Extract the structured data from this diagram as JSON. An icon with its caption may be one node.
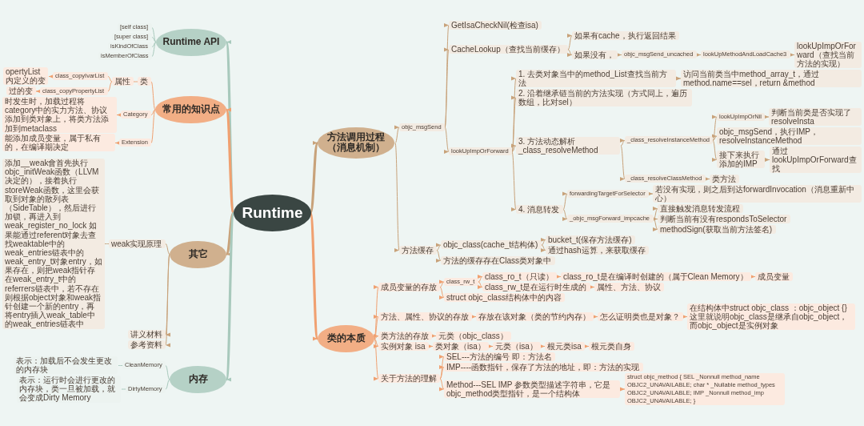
{
  "diagram": {
    "nodes": [
      {
        "text": [
          "Runtime"
        ]
      },
      {
        "text": [
          "方法调用过程（消息机制）"
        ]
      },
      {
        "text": [
          "objc_msgSend"
        ]
      },
      {
        "text": [
          "GetIsaCheckNil(检查isa)"
        ]
      },
      {
        "text": [
          "CacheLookup（查找当前缓存）"
        ]
      },
      {
        "text": [
          "如果有cache，执行返回结果"
        ]
      },
      {
        "text": [
          "如果没有，"
        ]
      },
      {
        "text": [
          "objc_msgSend_uncached"
        ]
      },
      {
        "text": [
          "lookUpMethodAndLoadCache3"
        ]
      },
      {
        "text": [
          "lookUpImpOrForward（查找当前方法的实现）"
        ]
      },
      {
        "text": [
          "lookUpImpOrForward"
        ]
      },
      {
        "text": [
          "1. 去类对象当中的method_List查找当前方法"
        ]
      },
      {
        "text": [
          "访问当前类当中method_array_t，通过method.name==sel，return &method"
        ]
      },
      {
        "text": [
          "2. 沿着继承链当前的方法实现（方式同上，遍历数组，比对sel）"
        ]
      },
      {
        "text": [
          "3. 方法动态解析 _class_resolveMethod"
        ]
      },
      {
        "text": [
          "_class_resolveInstanceMethod"
        ]
      },
      {
        "text": [
          "lookUpImpOrNil"
        ]
      },
      {
        "text": [
          "判断当前类是否实现了resolveInsta"
        ]
      },
      {
        "text": [
          "objc_msgSend，执行IMP，resolveInstanceMethod"
        ]
      },
      {
        "text": [
          "接下来执行添加的IMP"
        ]
      },
      {
        "text": [
          "通过lookUpImpOrForward查找"
        ]
      },
      {
        "text": [
          "_class_resolveClassMethod"
        ]
      },
      {
        "text": [
          "类方法"
        ]
      },
      {
        "text": [
          "4. 消息转发"
        ]
      },
      {
        "text": [
          "forwardingTargetForSelector"
        ]
      },
      {
        "text": [
          "若没有实现，则之后到达forwardInvocation（消息重新中心）"
        ]
      },
      {
        "text": [
          "_objc_msgForward_impcache"
        ]
      },
      {
        "text": [
          "直接触发消息转发流程"
        ]
      },
      {
        "text": [
          "判断当前有没有respondsToSelector"
        ]
      },
      {
        "text": [
          "methodSign(获取当前方法签名)"
        ]
      },
      {
        "text": [
          "方法缓存"
        ]
      },
      {
        "text": [
          "objc_class(cache_t结构体)"
        ]
      },
      {
        "text": [
          "bucket_t(保存方法缓存)"
        ]
      },
      {
        "text": [
          "通过hash运算，来获取缓存"
        ]
      },
      {
        "text": [
          "方法的缓存存在Class类对象中"
        ]
      },
      {
        "text": [
          "类的本质"
        ]
      },
      {
        "text": [
          "成员变量的存放"
        ]
      },
      {
        "text": [
          "class_rw_t"
        ]
      },
      {
        "text": [
          "class_ro_t（只读）"
        ]
      },
      {
        "text": [
          "class_ro_t是在编译时创建的（属于Clean Memory）"
        ]
      },
      {
        "text": [
          "成员变量"
        ]
      },
      {
        "text": [
          "class_rw_t是在运行时生成的"
        ]
      },
      {
        "text": [
          "属性、方法、协议"
        ]
      },
      {
        "text": [
          "struct objc_class结构体中的内容"
        ]
      },
      {
        "text": [
          "方法、属性、协议的存放"
        ]
      },
      {
        "text": [
          "存放在该对象（类的节约内存）"
        ]
      },
      {
        "text": [
          "怎么证明类也是对象？"
        ]
      },
      {
        "text": [
          "在结构体中struct objc_class ：objc_object {} 这里就说明objc_class是继承自objc_object，而objc_object是实例对象"
        ]
      },
      {
        "text": [
          "类方法的存放"
        ]
      },
      {
        "text": [
          "元类（objc_class）"
        ]
      },
      {
        "text": [
          "实例对象 isa"
        ]
      },
      {
        "text": [
          "类对象（isa）"
        ]
      },
      {
        "text": [
          "元类（isa）"
        ]
      },
      {
        "text": [
          "根元类isa"
        ]
      },
      {
        "text": [
          "根元类自身"
        ]
      },
      {
        "text": [
          "关于方法的理解"
        ]
      },
      {
        "text": [
          "SEL---方法的编号 即：方法名"
        ]
      },
      {
        "text": [
          "IMP----函数指针，保存了方法的地址，即：方法的实现"
        ]
      },
      {
        "text": [
          "Method---SEL IMP 参数类型描述字符串，它是objc_method类型指针，是一个结构体"
        ]
      },
      {
        "text": [
          "struct objc_method { SEL _Nonnull method_name OBJC2_UNAVAILABLE; char * _Nullable method_types OBJC2_UNAVAILABLE; IMP _Nonnull method_imp OBJC2_UNAVAILABLE; }"
        ]
      },
      {
        "text": [
          "Runtime API"
        ]
      },
      {
        "text": [
          "[self class]"
        ]
      },
      {
        "text": [
          "[super class]"
        ]
      },
      {
        "text": [
          "isKindOfClass"
        ]
      },
      {
        "text": [
          "isMemberOfClass"
        ]
      },
      {
        "text": [
          "常用的知识点"
        ]
      },
      {
        "text": [
          "类"
        ]
      },
      {
        "text": [
          "属性"
        ]
      },
      {
        "text": [
          "class_copyIvarList"
        ]
      },
      {
        "text": [
          "opertyList 内定义的变"
        ]
      },
      {
        "text": [
          "class_copyPropertyList"
        ]
      },
      {
        "text": [
          "过的变"
        ]
      },
      {
        "text": [
          "Category"
        ]
      },
      {
        "text": [
          "时发生时，加载过程将category中的实力方法、协议添加到类对象上，将类方法添加到metaclass"
        ]
      },
      {
        "text": [
          "Extension"
        ]
      },
      {
        "text": [
          "能添加成员变量，属于私有的，在编译期决定"
        ]
      },
      {
        "text": [
          "其它"
        ]
      },
      {
        "text": [
          "weak实现原理"
        ]
      },
      {
        "text": [
          "添加__weak會首先执行objc_initWeak函数（LLVM决定的），接着执行storeWeak函数，这里会获取到对象的散列表（SideTable），然后进行加锁，再进入到weak_register_no_lock 如果能通过referent对象去查找weaktable中的weak_entries链表中的weak_entry_t对象entry，如果存在，则把weak指针存在weak_entry_t中的referrers链表中，若不存在则根据object对象和weak指针创建一个新的entry，再将entry插入weak_table中的weak_entries链表中"
        ]
      },
      {
        "text": [
          "讲义材料"
        ]
      },
      {
        "text": [
          "参考资料"
        ]
      },
      {
        "text": [
          "内存"
        ]
      },
      {
        "text": [
          "CleanMemory"
        ]
      },
      {
        "text": [
          "表示：加载后不会发生更改的内存块"
        ]
      },
      {
        "text": [
          "DirtyMemory"
        ]
      },
      {
        "text": [
          "表示：运行时会进行更改的内存块，类一旦被加载，就会变成Dirty Memory"
        ]
      }
    ],
    "edges": [
      {
        "from": 0,
        "to": 1,
        "arrow": "to",
        "style": "thick"
      },
      {
        "from": 1,
        "to": 2,
        "arrow": "to"
      },
      {
        "from": 2,
        "to": 3,
        "arrow": "to"
      },
      {
        "from": 2,
        "to": 4,
        "arrow": "to"
      },
      {
        "from": 4,
        "to": 5,
        "arrow": "to"
      },
      {
        "from": 4,
        "to": 6,
        "arrow": "to"
      },
      {
        "from": 6,
        "to": 7,
        "arrow": "to"
      },
      {
        "from": 7,
        "to": 8,
        "arrow": "to"
      },
      {
        "from": 8,
        "to": 9,
        "arrow": "to"
      },
      {
        "from": 2,
        "to": 10,
        "arrow": "to"
      },
      {
        "from": 10,
        "to": 11,
        "arrow": "to"
      },
      {
        "from": 11,
        "to": 12,
        "arrow": "to"
      },
      {
        "from": 10,
        "to": 13,
        "arrow": "to"
      },
      {
        "from": 10,
        "to": 14,
        "arrow": "to"
      },
      {
        "from": 14,
        "to": 15,
        "arrow": "to"
      },
      {
        "from": 15,
        "to": 16,
        "arrow": "to"
      },
      {
        "from": 16,
        "to": 17,
        "arrow": "to"
      },
      {
        "from": 15,
        "to": 18,
        "arrow": "to"
      },
      {
        "from": 15,
        "to": 19,
        "arrow": "to"
      },
      {
        "from": 19,
        "to": 20,
        "arrow": "to"
      },
      {
        "from": 14,
        "to": 21,
        "arrow": "to"
      },
      {
        "from": 21,
        "to": 22,
        "arrow": "to"
      },
      {
        "from": 10,
        "to": 23,
        "arrow": "to"
      },
      {
        "from": 23,
        "to": 24,
        "arrow": "to"
      },
      {
        "from": 24,
        "to": 25,
        "arrow": "to"
      },
      {
        "from": 23,
        "to": 26,
        "arrow": "to"
      },
      {
        "from": 26,
        "to": 27,
        "arrow": "to"
      },
      {
        "from": 26,
        "to": 28,
        "arrow": "to"
      },
      {
        "from": 26,
        "to": 29,
        "arrow": "to"
      },
      {
        "from": 1,
        "to": 30,
        "arrow": "to"
      },
      {
        "from": 30,
        "to": 31,
        "arrow": "to"
      },
      {
        "from": 31,
        "to": 32,
        "arrow": "to"
      },
      {
        "from": 31,
        "to": 33,
        "arrow": "to"
      },
      {
        "from": 30,
        "to": 34,
        "arrow": "to"
      },
      {
        "from": 0,
        "to": 35,
        "arrow": "to",
        "style": "thick",
        "color": "#f0a070"
      },
      {
        "from": 35,
        "to": 36,
        "arrow": "to",
        "color": "#f0a070"
      },
      {
        "from": 36,
        "to": 37,
        "arrow": "to",
        "color": "#f0a070"
      },
      {
        "from": 37,
        "to": 38,
        "arrow": "to",
        "color": "#f0a070"
      },
      {
        "from": 38,
        "to": 39,
        "arrow": "to",
        "color": "#f0a070"
      },
      {
        "from": 39,
        "to": 40,
        "arrow": "to",
        "color": "#f0a070"
      },
      {
        "from": 37,
        "to": 41,
        "arrow": "to",
        "color": "#f0a070"
      },
      {
        "from": 41,
        "to": 42,
        "arrow": "to",
        "color": "#f0a070"
      },
      {
        "from": 36,
        "to": 43,
        "arrow": "to",
        "color": "#f0a070"
      },
      {
        "from": 35,
        "to": 44,
        "arrow": "to",
        "color": "#f0a070"
      },
      {
        "from": 44,
        "to": 45,
        "arrow": "to",
        "color": "#f0a070"
      },
      {
        "from": 45,
        "to": 46,
        "arrow": "to",
        "color": "#f0a070"
      },
      {
        "from": 46,
        "to": 47,
        "arrow": "to",
        "color": "#f0a070"
      },
      {
        "from": 35,
        "to": 48,
        "arrow": "to",
        "color": "#f0a070"
      },
      {
        "from": 48,
        "to": 49,
        "arrow": "to",
        "color": "#f0a070"
      },
      {
        "from": 35,
        "to": 50,
        "arrow": "to",
        "color": "#f0a070"
      },
      {
        "from": 50,
        "to": 51,
        "arrow": "to",
        "color": "#f0a070"
      },
      {
        "from": 51,
        "to": 52,
        "arrow": "to",
        "color": "#f0a070"
      },
      {
        "from": 52,
        "to": 53,
        "arrow": "to",
        "color": "#f0a070"
      },
      {
        "from": 53,
        "to": 54,
        "arrow": "to",
        "color": "#f0a070"
      },
      {
        "from": 35,
        "to": 55,
        "arrow": "to",
        "color": "#f0a070"
      },
      {
        "from": 55,
        "to": 56,
        "arrow": "to",
        "color": "#f0a070"
      },
      {
        "from": 55,
        "to": 57,
        "arrow": "to",
        "color": "#f0a070"
      },
      {
        "from": 55,
        "to": 58,
        "arrow": "to",
        "color": "#f0a070"
      },
      {
        "from": 58,
        "to": 59,
        "arrow": "to",
        "color": "#f0a070"
      },
      {
        "from": 0,
        "to": 60,
        "arrow": "to",
        "style": "thick",
        "color": "#a8c9bc"
      },
      {
        "from": 60,
        "to": 61,
        "arrow": "none",
        "color": "#a8c9bc"
      },
      {
        "from": 60,
        "to": 62,
        "arrow": "none",
        "color": "#a8c9bc"
      },
      {
        "from": 60,
        "to": 63,
        "arrow": "none",
        "color": "#a8c9bc"
      },
      {
        "from": 60,
        "to": 64,
        "arrow": "none",
        "color": "#a8c9bc"
      },
      {
        "from": 0,
        "to": 65,
        "arrow": "to",
        "style": "thick",
        "color": "#f0a070"
      },
      {
        "from": 65,
        "to": 66,
        "arrow": "none",
        "color": "#f0a070"
      },
      {
        "from": 66,
        "to": 67,
        "arrow": "none",
        "color": "#f0a070"
      },
      {
        "from": 67,
        "to": 68,
        "arrow": "none",
        "color": "#f0a070"
      },
      {
        "from": 68,
        "to": 69,
        "arrow": "to",
        "color": "#f0a070"
      },
      {
        "from": 67,
        "to": 70,
        "arrow": "none",
        "color": "#f0a070"
      },
      {
        "from": 70,
        "to": 71,
        "arrow": "to",
        "color": "#f0a070"
      },
      {
        "from": 65,
        "to": 72,
        "arrow": "none",
        "color": "#f0a070"
      },
      {
        "from": 72,
        "to": 73,
        "arrow": "to",
        "color": "#f0a070"
      },
      {
        "from": 65,
        "to": 74,
        "arrow": "none",
        "color": "#f0a070"
      },
      {
        "from": 74,
        "to": 75,
        "arrow": "to",
        "color": "#f0a070"
      },
      {
        "from": 0,
        "to": 76,
        "arrow": "to",
        "style": "thick"
      },
      {
        "from": 76,
        "to": 77,
        "arrow": "none"
      },
      {
        "from": 77,
        "to": 78,
        "arrow": "none"
      },
      {
        "from": 76,
        "to": 79,
        "arrow": "to"
      },
      {
        "from": 76,
        "to": 80,
        "arrow": "to"
      },
      {
        "from": 0,
        "to": 81,
        "arrow": "to",
        "style": "thick",
        "color": "#a8c9bc"
      },
      {
        "from": 81,
        "to": 82,
        "arrow": "none",
        "color": "#a8c9bc"
      },
      {
        "from": 82,
        "to": 83,
        "arrow": "none",
        "color": "#a8c9bc"
      },
      {
        "from": 81,
        "to": 84,
        "arrow": "none",
        "color": "#a8c9bc"
      },
      {
        "from": 84,
        "to": 85,
        "arrow": "none",
        "color": "#a8c9bc"
      }
    ]
  }
}
